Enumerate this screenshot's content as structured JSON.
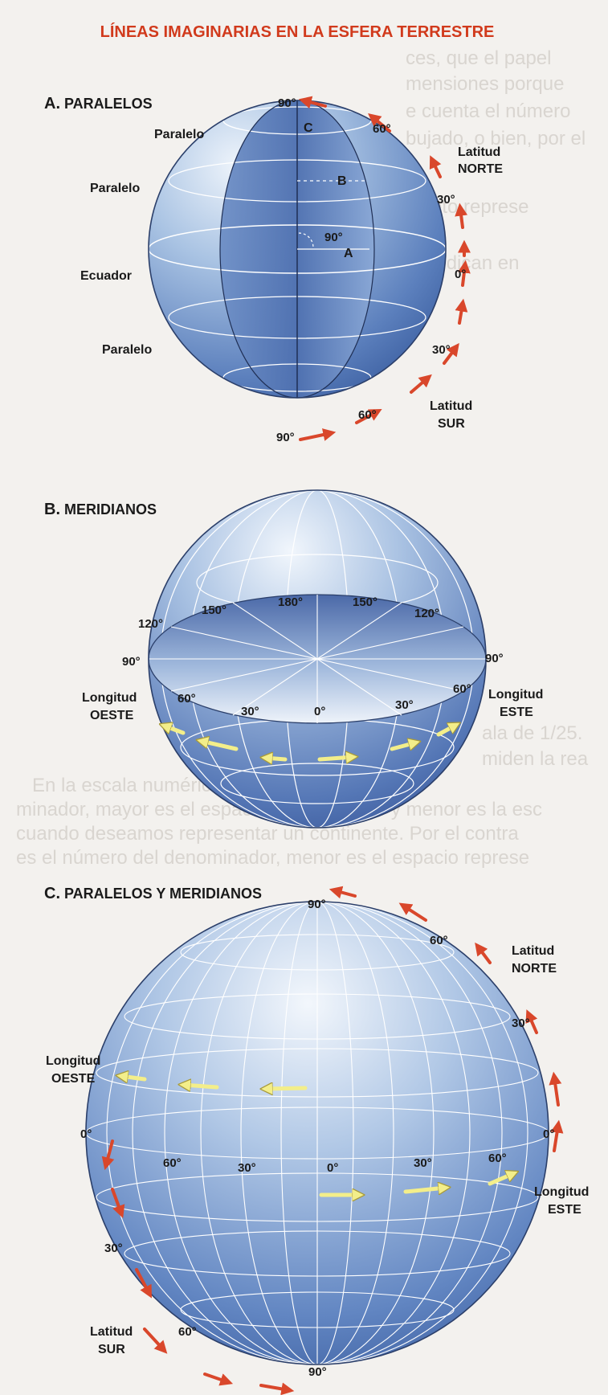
{
  "title": "LÍNEAS IMAGINARIAS EN LA ESFERA TERRESTRE",
  "colors": {
    "title": "#d13a1c",
    "background": "#f3f1ee",
    "sphere_light": "#dfeaf7",
    "sphere_dark": "#34579a",
    "arrow_red": "#d9472b",
    "arrow_yellow": "#f3ee8a"
  },
  "panels": {
    "a": {
      "letter": "A.",
      "name": "PARALELOS",
      "labels": {
        "paralelo_top": "Paralelo",
        "paralelo_mid": "Paralelo",
        "ecuador": "Ecuador",
        "paralelo_bottom": "Paralelo",
        "point_c": "C",
        "point_b": "B",
        "point_a": "A",
        "angle": "90°",
        "lat_90_n": "90°",
        "lat_60_n": "60°",
        "lat_30_n": "30°",
        "lat_0": "0°",
        "lat_30_s": "30°",
        "lat_60_s": "60°",
        "lat_90_s": "90°",
        "latitud_norte_1": "Latitud",
        "latitud_norte_2": "NORTE",
        "latitud_sur_1": "Latitud",
        "latitud_sur_2": "SUR"
      }
    },
    "b": {
      "letter": "B.",
      "name": "MERIDIANOS",
      "labels": {
        "lon_120_w": "120°",
        "lon_150_w": "150°",
        "lon_180": "180°",
        "lon_150_e": "150°",
        "lon_120_e": "120°",
        "lon_90_w": "90°",
        "lon_90_e": "90°",
        "lon_60_w": "60°",
        "lon_30_w": "30°",
        "lon_0": "0°",
        "lon_30_e": "30°",
        "lon_60_e": "60°",
        "longitud_oeste_1": "Longitud",
        "longitud_oeste_2": "OESTE",
        "longitud_este_1": "Longitud",
        "longitud_este_2": "ESTE"
      }
    },
    "c": {
      "letter": "C.",
      "name": "PARALELOS Y MERIDIANOS",
      "labels": {
        "lat_90_n": "90°",
        "lat_60_n": "60°",
        "lat_30_n": "30°",
        "lat_0_right": "0°",
        "lat_0_left": "0°",
        "lon_60_w": "60°",
        "lon_30_w": "30°",
        "lon_0": "0°",
        "lon_30_e": "30°",
        "lon_60_e": "60°",
        "lat_30_s": "30°",
        "lat_60_s": "60°",
        "lat_90_s": "90°",
        "latitud_norte_1": "Latitud",
        "latitud_norte_2": "NORTE",
        "longitud_oeste_1": "Longitud",
        "longitud_oeste_2": "OESTE",
        "longitud_este_1": "Longitud",
        "longitud_este_2": "ESTE",
        "latitud_sur_1": "Latitud",
        "latitud_sur_2": "SUR"
      }
    }
  }
}
